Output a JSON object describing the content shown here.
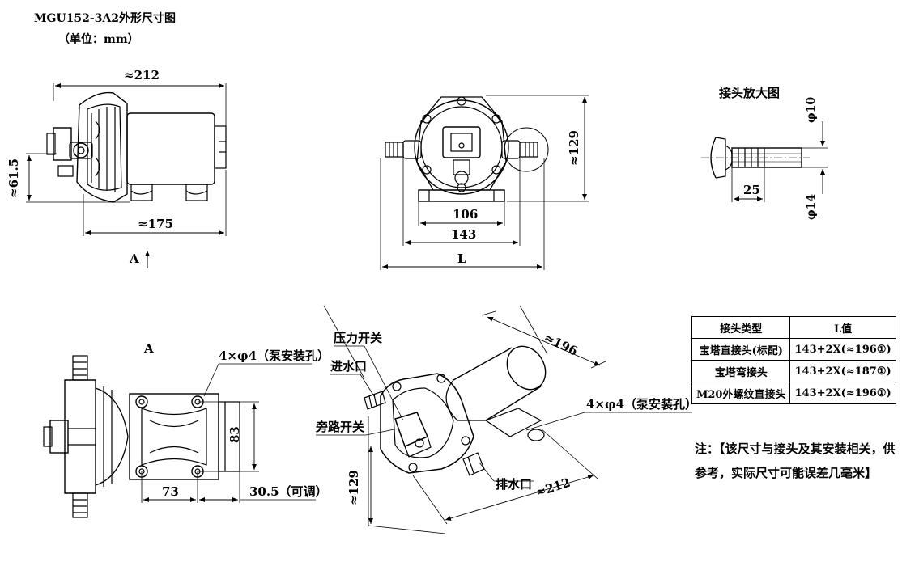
{
  "title": "MGU152-3A2外形尺寸图",
  "unit_note": "（单位：mm）",
  "side_view": {
    "dim_length_overall": "≈212",
    "dim_height": "≈61.5",
    "dim_base_length": "≈175",
    "view_marker": "A"
  },
  "front_view": {
    "dim_height": "≈129",
    "dim_mount_inner": "106",
    "dim_mount_outer": "143",
    "dim_total": "L"
  },
  "fitting_detail": {
    "title": "接头放大图",
    "dim_inner_dia": "φ10",
    "dim_outer_dia": "φ14",
    "dim_length": "25"
  },
  "bottom_view": {
    "view_label": "A",
    "holes_note": "4×φ4（泵安装孔）",
    "dim_width": "83",
    "dim_spacing": "73",
    "dim_adjustable": "30.5（可调）"
  },
  "iso_view": {
    "label_pressure_switch": "压力开关",
    "label_inlet": "进水口",
    "label_bypass_switch": "旁路开关",
    "label_outlet": "排水口",
    "holes_note": "4×φ4（泵安装孔）",
    "dim_length": "≈196",
    "dim_diagonal": "≈212",
    "dim_height": "≈129"
  },
  "spec_table": {
    "headers": [
      "接头类型",
      "L值"
    ],
    "rows": [
      [
        "宝塔直接头(标配)",
        "143+2X(≈196①)"
      ],
      [
        "宝塔弯接头",
        "143+2X(≈187①)"
      ],
      [
        "M20外螺纹直接头",
        "143+2X(≈196①)"
      ]
    ]
  },
  "note": "注：【该尺寸与接头及其安装相关，供参考，实际尺寸可能误差几毫米】"
}
